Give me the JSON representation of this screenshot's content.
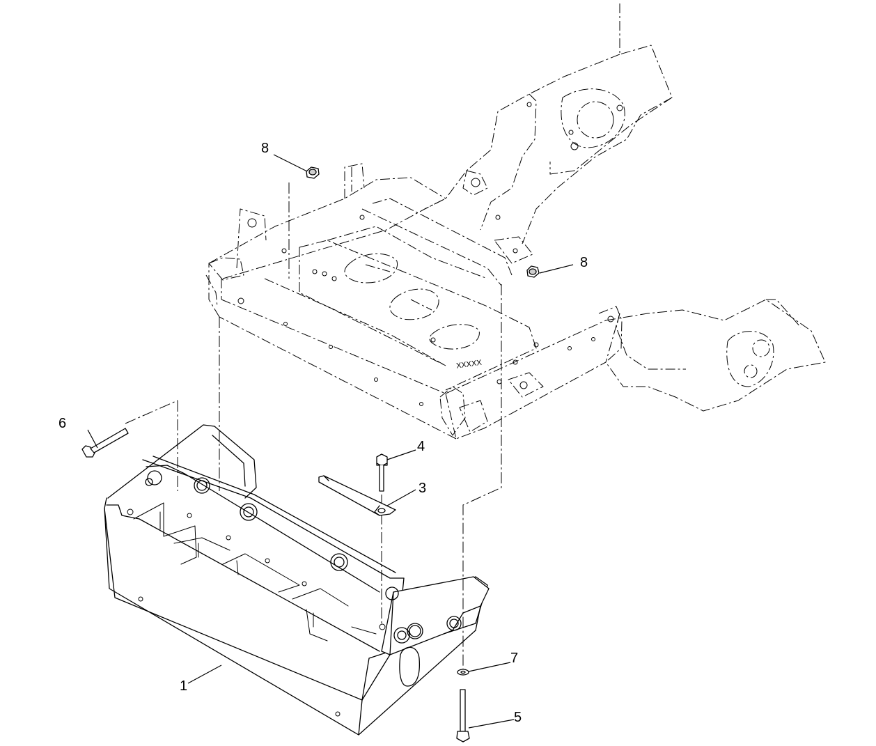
{
  "diagram": {
    "callouts": [
      "1",
      "3",
      "4",
      "5",
      "6",
      "7",
      "8",
      "8"
    ],
    "frame_marking": "XXXXX"
  }
}
